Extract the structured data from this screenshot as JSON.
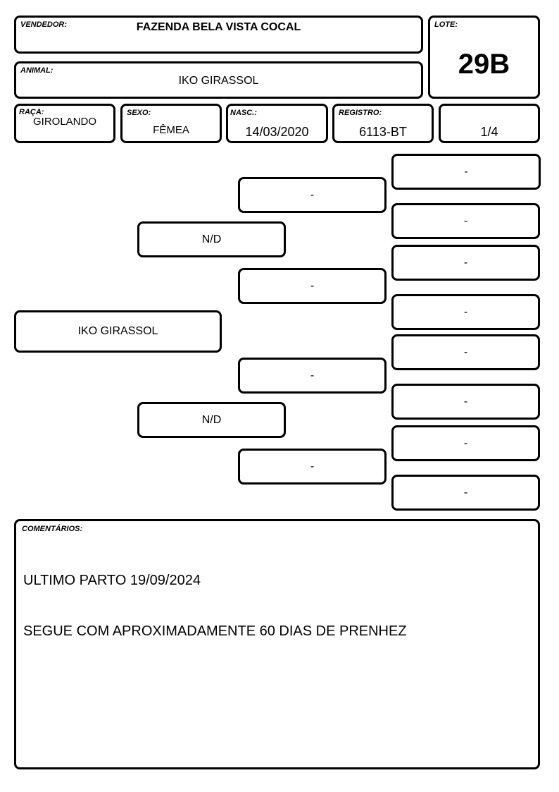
{
  "header": {
    "vendor_label": "VENDEDOR:",
    "vendor_value": "FAZENDA BELA VISTA COCAL",
    "lot_label": "LOTE:",
    "lot_value": "29B",
    "animal_label": "ANIMAL:",
    "animal_value": "IKO GIRASSOL"
  },
  "info": {
    "breed_label": "RAÇA:",
    "breed_value": "GIROLANDO",
    "sex_label": "SEXO:",
    "sex_value": "FÊMEA",
    "birth_label": "NASC.:",
    "birth_value": "14/03/2020",
    "registry_label": "REGISTRO:",
    "registry_value": "6113-BT",
    "fraction_value": "1/4"
  },
  "pedigree": {
    "animal": "IKO GIRASSOL",
    "sire": "N/D",
    "dam": "N/D",
    "grandparents": [
      "-",
      "-",
      "-",
      "-"
    ],
    "great_grandparents": [
      "-",
      "-",
      "-",
      "-",
      "-",
      "-",
      "-",
      "-"
    ]
  },
  "comments": {
    "label": "COMENTÁRIOS:",
    "line1": "ULTIMO PARTO 19/09/2024",
    "line2": "SEGUE COM APROXIMADAMENTE 60 DIAS DE PRENHEZ"
  }
}
